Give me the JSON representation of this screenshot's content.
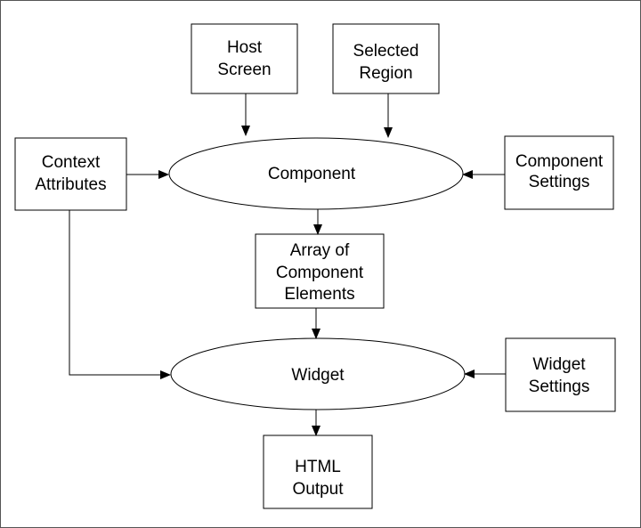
{
  "colors": {
    "stroke": "#000000",
    "fill": "#ffffff",
    "frame": "#555555"
  },
  "nodes": {
    "host_screen": {
      "line1": "Host",
      "line2": "Screen"
    },
    "selected_region": {
      "line1": "Selected",
      "line2": "Region"
    },
    "context_attributes": {
      "line1": "Context",
      "line2": "Attributes"
    },
    "component": {
      "label": "Component"
    },
    "component_settings": {
      "line1": "Component",
      "line2": "Settings"
    },
    "array_elements": {
      "line1": "Array of",
      "line2": "Component",
      "line3": "Elements"
    },
    "widget": {
      "label": "Widget"
    },
    "widget_settings": {
      "line1": "Widget",
      "line2": "Settings"
    },
    "html_output": {
      "line1": "HTML",
      "line2": "Output"
    }
  }
}
